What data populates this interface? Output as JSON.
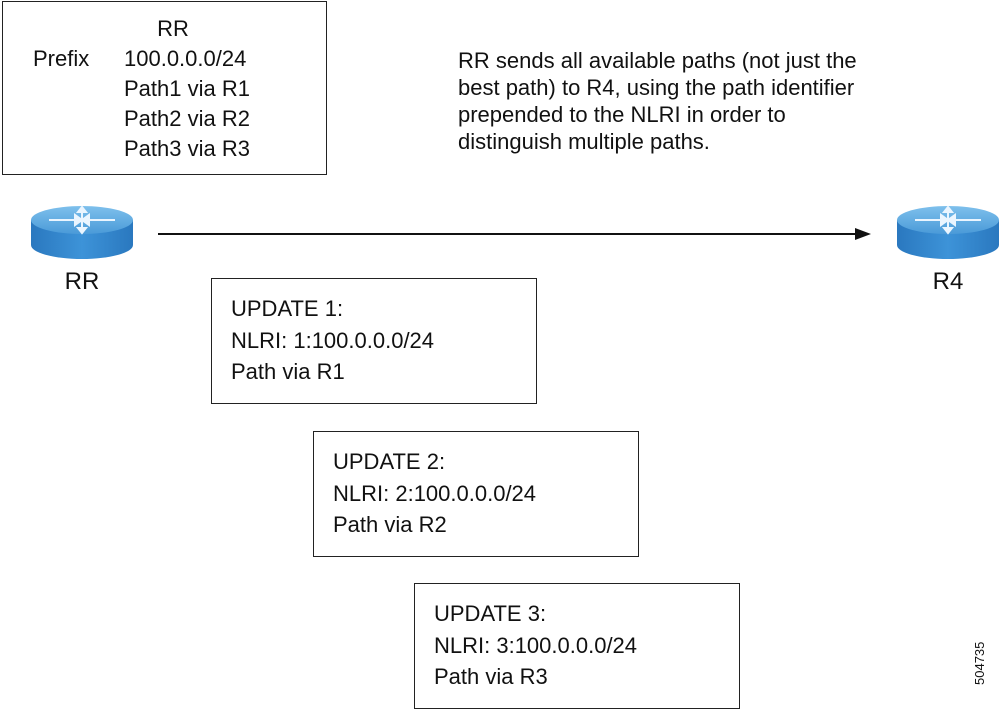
{
  "rr_table": {
    "title": "RR",
    "prefix_label": "Prefix",
    "lines": [
      "100.0.0.0/24",
      "Path1 via R1",
      "Path2 via R2",
      "Path3 via R3"
    ]
  },
  "caption": "RR sends all available paths (not just the best path) to R4, using the path identifier prepended to the NLRI in order to distinguish multiple paths.",
  "routers": {
    "source": {
      "label": "RR",
      "icon": "router-icon"
    },
    "destination": {
      "label": "R4",
      "icon": "router-icon"
    }
  },
  "arrow": {
    "from": "RR",
    "to": "R4"
  },
  "updates": [
    {
      "title": "UPDATE 1:",
      "nlri": "NLRI: 1:100.0.0.0/24",
      "path": "Path via R1"
    },
    {
      "title": "UPDATE 2:",
      "nlri": "NLRI: 2:100.0.0.0/24",
      "path": "Path via R2"
    },
    {
      "title": "UPDATE 3:",
      "nlri": "NLRI: 3:100.0.0.0/24",
      "path": "Path via R3"
    }
  ],
  "figure_id": "504735",
  "colors": {
    "router_top": "#5fa8e0",
    "router_side": "#2a7fc9",
    "line": "#111111"
  }
}
